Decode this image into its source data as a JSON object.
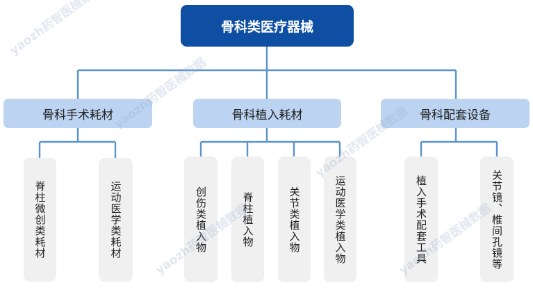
{
  "root": {
    "label": "骨科类医疗器械"
  },
  "categories": [
    {
      "label": "骨科手术耗材",
      "items": [
        "脊柱微创类耗材",
        "运动医学类耗材"
      ]
    },
    {
      "label": "骨科植入耗材",
      "items": [
        "创伤类植入物",
        "脊柱植入物",
        "关节类植入物",
        "运动医学类植入物"
      ]
    },
    {
      "label": "骨科配套设备",
      "items": [
        "植入手术配套工具",
        "关节镜、椎间孔镜等"
      ]
    }
  ],
  "watermark": "yaozh药智医械数据",
  "colors": {
    "root_fill": "#0e4ea3",
    "category_fill": "#bcd4f2",
    "leaf_fill": "#f0f0f0",
    "connector": "#5b93cf"
  }
}
